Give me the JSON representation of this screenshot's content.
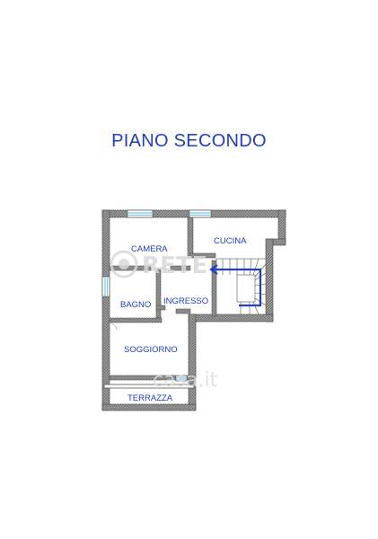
{
  "title": "PIANO SECONDO",
  "rooms": {
    "camera": "CAMERA",
    "cucina": "CUCINA",
    "bagno": "BAGNO",
    "ingresso": "INGRESSO",
    "soggiorno": "SOGGIORNO",
    "terrazza": "TERRAZZA"
  },
  "watermark": {
    "brand": "RETE",
    "domain": "casa.it"
  },
  "colors": {
    "label": "#1f3fc4",
    "wall": "#8c8c8c",
    "window": "#7ec8e3",
    "stair_arrow": "#1f3fc4",
    "watermark": "#d9d9d9"
  }
}
